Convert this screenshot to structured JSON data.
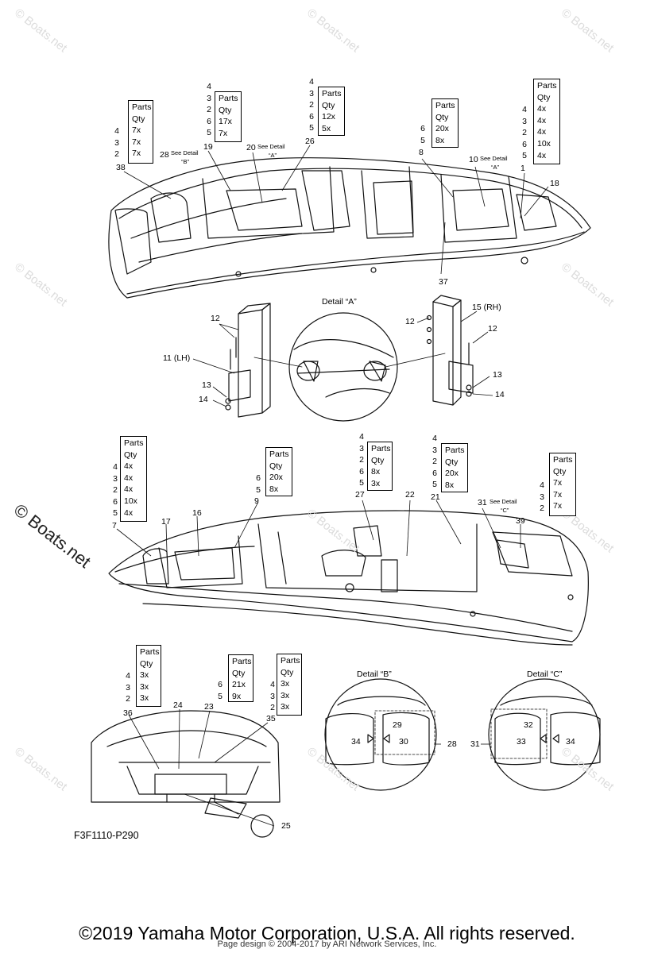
{
  "watermark": {
    "text": "© Boats.net",
    "emphasized_text": "© Boats.net"
  },
  "drawing_ref": "F3F1110-P290",
  "copyright": "©2019 Yamaha Motor Corporation, U.S.A. All rights reserved.",
  "page_design": "Page design © 2004-2017 by ARI Network Services, Inc.",
  "detail_titles": {
    "a": "Detail “A”",
    "b": "Detail “B”",
    "c": "Detail “C”"
  },
  "see_detail": {
    "b": "See Detail",
    "b_ref": "“B”",
    "a": "See Detail",
    "a_ref": "“A”",
    "c": "See Detail",
    "c_ref": "“C”"
  },
  "qty_tables": [
    {
      "header": [
        "Parts",
        "Qty"
      ],
      "keys": [
        "4",
        "3",
        "2"
      ],
      "qty": [
        "7x",
        "7x",
        "7x"
      ]
    },
    {
      "header": [
        "Parts",
        "Qty"
      ],
      "keys": [
        "4",
        "3",
        "2",
        "6",
        "5"
      ],
      "qty": [
        "17x",
        "7x"
      ]
    },
    {
      "header": [
        "Parts",
        "Qty"
      ],
      "keys": [
        "4",
        "3",
        "2",
        "6",
        "5"
      ],
      "qty": [
        "12x",
        "5x"
      ]
    },
    {
      "header": [
        "Parts",
        "Qty"
      ],
      "keys": [
        "6",
        "5"
      ],
      "qty": [
        "20x",
        "8x"
      ]
    },
    {
      "header": [
        "Parts",
        "Qty"
      ],
      "keys": [
        "4",
        "3",
        "2",
        "6",
        "5"
      ],
      "qty": [
        "4x",
        "4x",
        "4x",
        "10x",
        "4x"
      ]
    },
    {
      "header": [
        "Parts",
        "Qty"
      ],
      "keys": [
        "4",
        "3",
        "2",
        "6",
        "5"
      ],
      "qty": [
        "4x",
        "4x",
        "4x",
        "10x",
        "4x"
      ]
    },
    {
      "header": [
        "Parts",
        "Qty"
      ],
      "keys": [
        "6",
        "5"
      ],
      "qty": [
        "20x",
        "8x"
      ]
    },
    {
      "header": [
        "Parts",
        "Qty"
      ],
      "keys": [
        "4",
        "3",
        "2",
        "6",
        "5"
      ],
      "qty": [
        "8x",
        "3x"
      ]
    },
    {
      "header": [
        "Parts",
        "Qty"
      ],
      "keys": [
        "4",
        "3",
        "2",
        "6",
        "5"
      ],
      "qty": [
        "20x",
        "8x"
      ]
    },
    {
      "header": [
        "Parts",
        "Qty"
      ],
      "keys": [
        "4",
        "3",
        "2"
      ],
      "qty": [
        "7x",
        "7x",
        "7x"
      ]
    },
    {
      "header": [
        "Parts",
        "Qty"
      ],
      "keys": [
        "4",
        "3",
        "2"
      ],
      "qty": [
        "3x",
        "3x",
        "3x"
      ]
    },
    {
      "header": [
        "Parts",
        "Qty"
      ],
      "keys": [
        "6",
        "5"
      ],
      "qty": [
        "21x",
        "9x"
      ]
    },
    {
      "header": [
        "Parts",
        "Qty"
      ],
      "keys": [
        "4",
        "3",
        "2"
      ],
      "qty": [
        "3x",
        "3x",
        "3x"
      ]
    }
  ],
  "callouts": {
    "c1": "1",
    "c7": "7",
    "c8": "8",
    "c9": "9",
    "c10": "10",
    "c11": "11 (LH)",
    "c12": "12",
    "c13": "13",
    "c14": "14",
    "c15": "15 (RH)",
    "c16": "16",
    "c17": "17",
    "c18": "18",
    "c19": "19",
    "c20": "20",
    "c21": "21",
    "c22": "22",
    "c23": "23",
    "c24": "24",
    "c25": "25",
    "c26": "26",
    "c27": "27",
    "c28": "28",
    "c29": "29",
    "c30": "30",
    "c31": "31",
    "c32": "32",
    "c33": "33",
    "c34": "34",
    "c35": "35",
    "c36": "36",
    "c37": "37",
    "c38": "38",
    "c39": "39"
  }
}
